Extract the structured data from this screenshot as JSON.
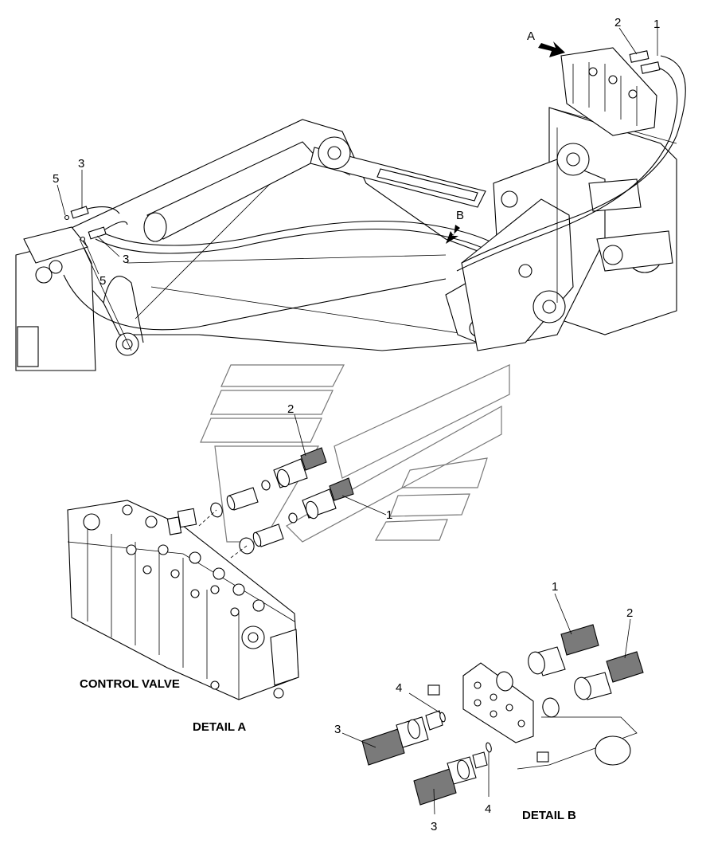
{
  "detail_a": {
    "view_arrow": "A",
    "valve_caption": "CONTROL VALVE",
    "caption": "DETAIL A",
    "callouts": [
      "2",
      "1"
    ]
  },
  "detail_b": {
    "view_arrow": "B",
    "caption": "DETAIL B",
    "callouts": [
      "1",
      "2",
      "4",
      "3",
      "3",
      "4"
    ]
  },
  "overview": {
    "callouts": [
      "2",
      "1",
      "3",
      "5",
      "3",
      "5"
    ]
  }
}
